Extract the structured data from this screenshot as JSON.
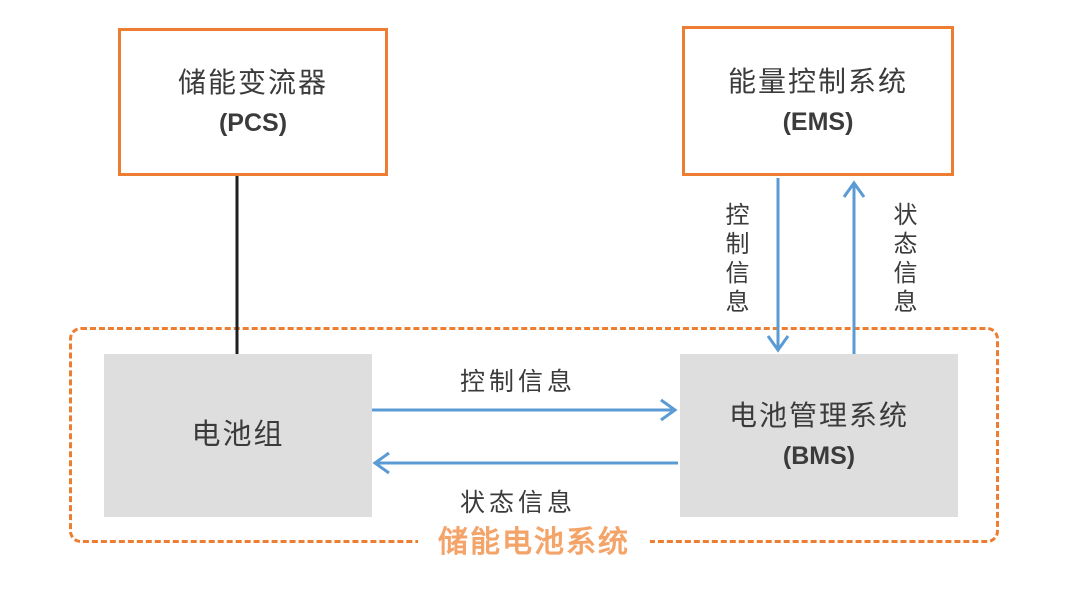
{
  "colors": {
    "orange_border": "#ED7D31",
    "orange_label": "#F4A469",
    "blue_arrow": "#5B9BD5",
    "gray_fill": "#DEDEDE",
    "black_line": "#1F1F1F",
    "text": "#3B3B3B"
  },
  "nodes": {
    "pcs": {
      "title": "储能变流器",
      "subtitle": "(PCS)"
    },
    "ems": {
      "title": "能量控制系统",
      "subtitle": "(EMS)"
    },
    "battery": {
      "title": "电池组"
    },
    "bms": {
      "title": "电池管理系统",
      "subtitle": "(BMS)"
    }
  },
  "container": {
    "label": "储能电池系统"
  },
  "edges": {
    "ems_to_bms": {
      "label": "控制信息",
      "direction": "down"
    },
    "bms_to_ems": {
      "label": "状态信息",
      "direction": "up"
    },
    "battery_to_bms": {
      "label": "控制信息",
      "direction": "right"
    },
    "bms_to_battery": {
      "label": "状态信息",
      "direction": "left"
    },
    "pcs_to_battery": {
      "label": "",
      "direction": "down"
    }
  }
}
